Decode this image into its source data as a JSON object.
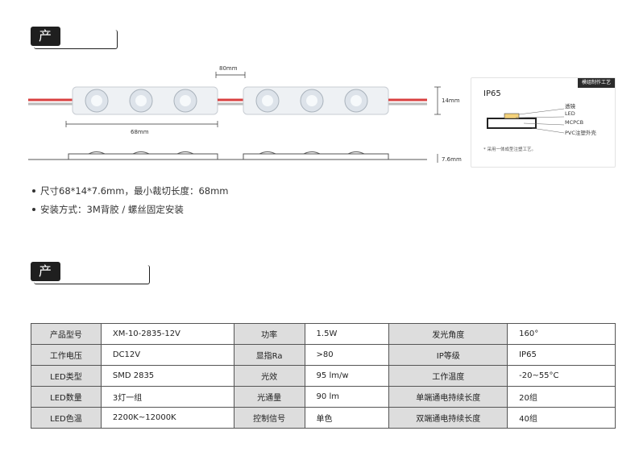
{
  "section1_title": "产品尺寸",
  "section2_title": "产品规格参数",
  "dims": {
    "gap": "80mm",
    "pitch": "68mm",
    "height": "14mm",
    "thickness": "7.6mm"
  },
  "inset": {
    "tag": "模组制作工艺",
    "ip": "IP65",
    "labels": [
      "透镜",
      "LED",
      "MCPCB",
      "PVC注塑外壳"
    ],
    "note": "* 采用一体成型注塑工艺。"
  },
  "bullets": [
    "尺寸68*14*7.6mm，最小裁切长度：68mm",
    "安装方式：3M背胶 / 螺丝固定安装"
  ],
  "specs": [
    [
      "产品型号",
      "XM-10-2835-12V",
      "功率",
      "1.5W",
      "发光角度",
      "160°"
    ],
    [
      "工作电压",
      "DC12V",
      "显指Ra",
      ">80",
      "IP等级",
      "IP65"
    ],
    [
      "LED类型",
      "SMD 2835",
      "光效",
      "95 lm/w",
      "工作温度",
      "-20~55°C"
    ],
    [
      "LED数量",
      "3灯一组",
      "光通量",
      "90 lm",
      "单端通电持续长度",
      "20组"
    ],
    [
      "LED色温",
      "2200K~12000K",
      "控制信号",
      "单色",
      "双端通电持续长度",
      "40组"
    ]
  ],
  "colors": {
    "header_bg": "#1f1f1f",
    "key_cell_bg": "#dddddd",
    "wire_red": "#d94040"
  }
}
